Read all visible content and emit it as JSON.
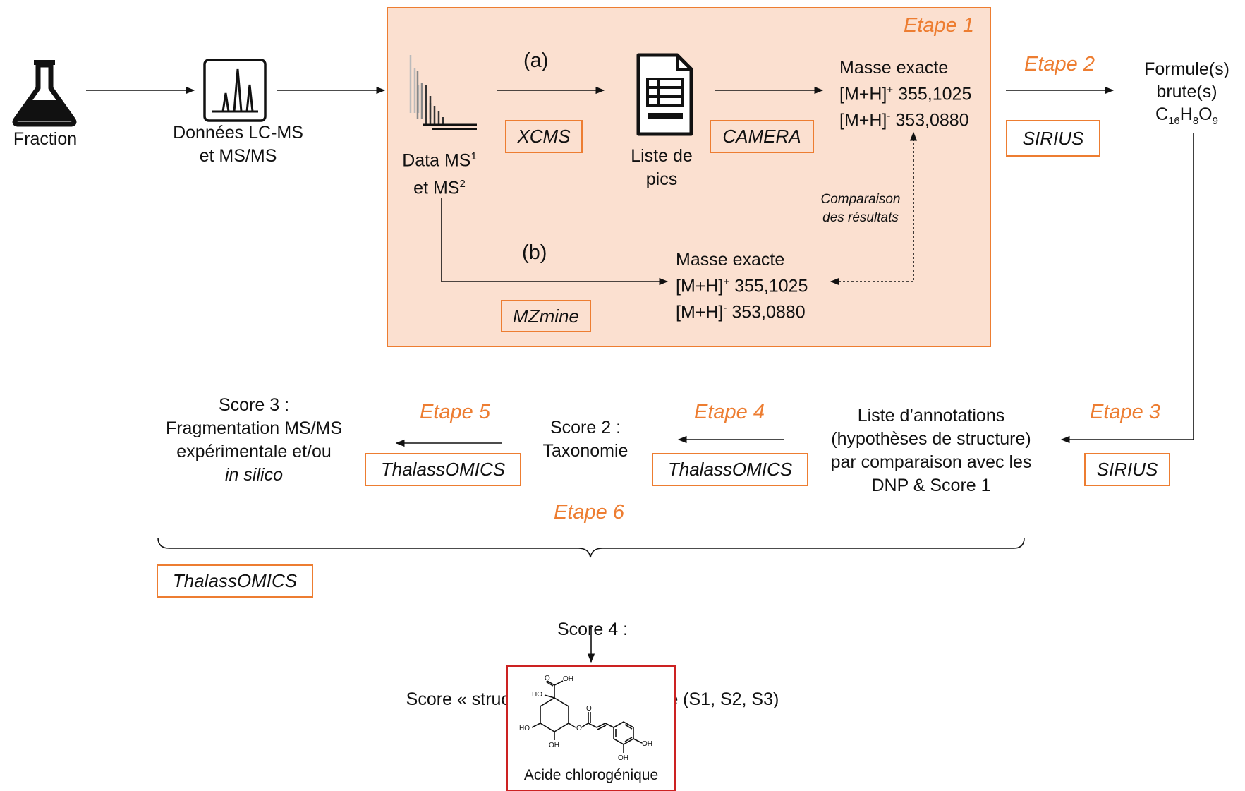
{
  "inputs": {
    "fraction_label": "Fraction",
    "lcms_label_line1": "Données LC-MS",
    "lcms_label_line2": "et MS/MS"
  },
  "etape1": {
    "title": "Etape 1",
    "data_ms_line1": "Data MS",
    "data_ms_sup1": "1",
    "data_ms_line2": "et MS",
    "data_ms_sup2": "2",
    "path_a": "(a)",
    "path_b": "(b)",
    "tool_xcms": "XCMS",
    "tool_camera": "CAMERA",
    "tool_mzmine": "MZmine",
    "peak_list_line1": "Liste de",
    "peak_list_line2": "pics",
    "mass_a": {
      "title": "Masse exacte",
      "pos_prefix": "[M+H]",
      "pos_sup": "+",
      "pos_value": " 355,1025",
      "neg_prefix": "[M+H]",
      "neg_sup": "-",
      "neg_value": " 353,0880"
    },
    "mass_b": {
      "title": "Masse exacte",
      "pos_prefix": "[M+H]",
      "pos_sup": "+",
      "pos_value": " 355,1025",
      "neg_prefix": "[M+H]",
      "neg_sup": "-",
      "neg_value": " 353,0880"
    },
    "comparison_line1": "Comparaison",
    "comparison_line2": "des résultats"
  },
  "etape2": {
    "title": "Etape 2",
    "tool": "SIRIUS",
    "formula_line1": "Formule(s)",
    "formula_line2": "brute(s)",
    "formula": {
      "c": "C",
      "c_sub": "16",
      "h": "H",
      "h_sub": "8",
      "o": "O",
      "o_sub": "9"
    }
  },
  "etape3": {
    "title": "Etape 3",
    "tool": "SIRIUS",
    "annotations_line1": "Liste d’annotations",
    "annotations_line2": "(hypothèses de structure)",
    "annotations_line3": "par comparaison avec les",
    "annotations_line4": "DNP & Score 1"
  },
  "etape4": {
    "title": "Etape 4",
    "tool": "ThalassOMICS",
    "score2_line1": "Score 2 :",
    "score2_line2": "Taxonomie"
  },
  "etape5": {
    "title": "Etape 5",
    "tool": "ThalassOMICS",
    "score3_line1": "Score 3 :",
    "score3_line2": "Fragmentation MS/MS",
    "score3_line3": "expérimentale et/ou",
    "score3_line4": "in silico"
  },
  "etape6": {
    "title": "Etape 6",
    "tool": "ThalassOMICS",
    "score4_line1": "Score 4 :",
    "score4_line2": "Score « structure » final  = Somme (S1, S2, S3)"
  },
  "result": {
    "compound_name": "Acide chlorogénique",
    "atoms": {
      "oh": "OH",
      "o": "O",
      "ho": "HO"
    }
  },
  "colors": {
    "accent": "#ED7D31",
    "box_fill": "#FBE0D0",
    "result_border": "#CC2222",
    "line": "#111111"
  },
  "icons": [
    "flask-icon",
    "chromatogram-icon",
    "ms-spectra-stack-icon",
    "document-table-icon",
    "molecule-structure-icon"
  ]
}
